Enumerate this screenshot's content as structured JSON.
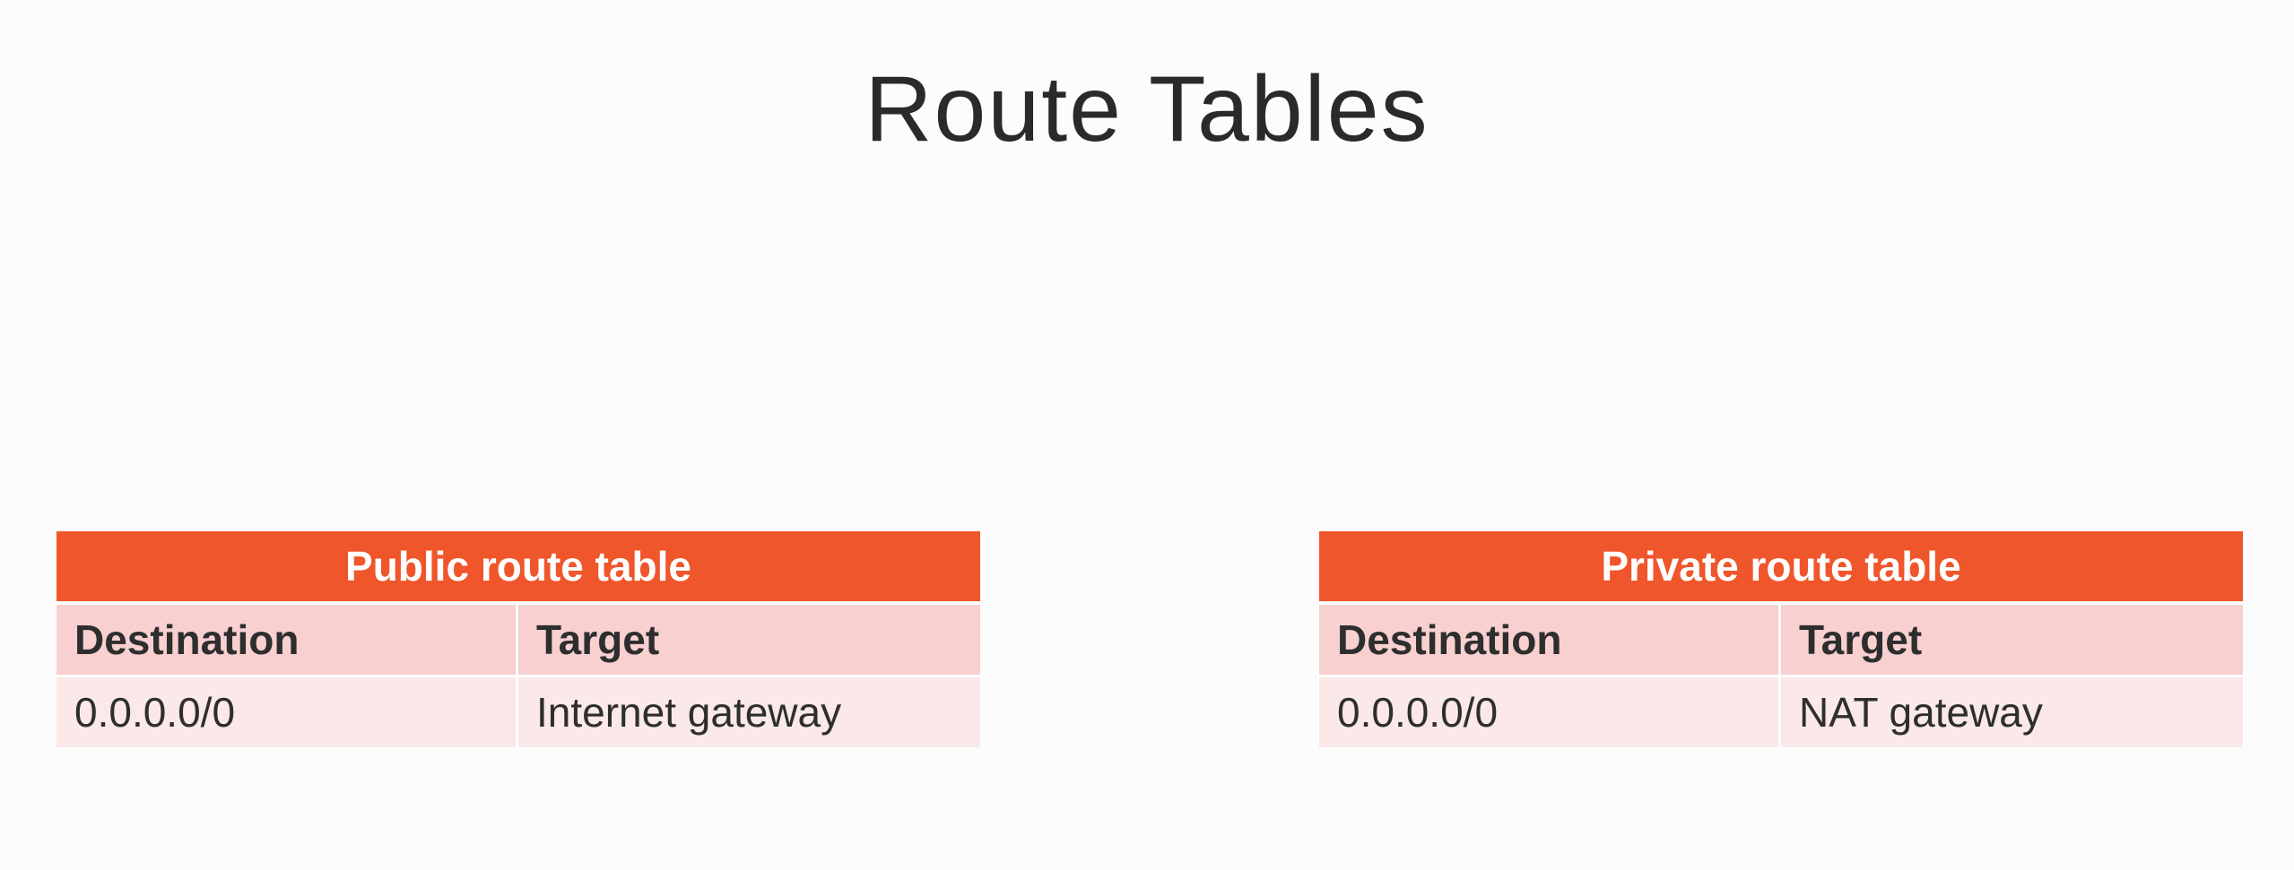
{
  "slide": {
    "title": "Route Tables"
  },
  "tables": {
    "public": {
      "title": "Public route table",
      "columns": [
        "Destination",
        "Target"
      ],
      "rows": [
        [
          "0.0.0.0/0",
          "Internet gateway"
        ]
      ]
    },
    "private": {
      "title": "Private route table",
      "columns": [
        "Destination",
        "Target"
      ],
      "rows": [
        [
          "0.0.0.0/0",
          "NAT gateway"
        ]
      ]
    }
  },
  "colors": {
    "header": "#f0562b",
    "column_header_bg": "#f8d0d0",
    "row_bg": "#fbe8e8",
    "background": "#fcfcfc"
  }
}
